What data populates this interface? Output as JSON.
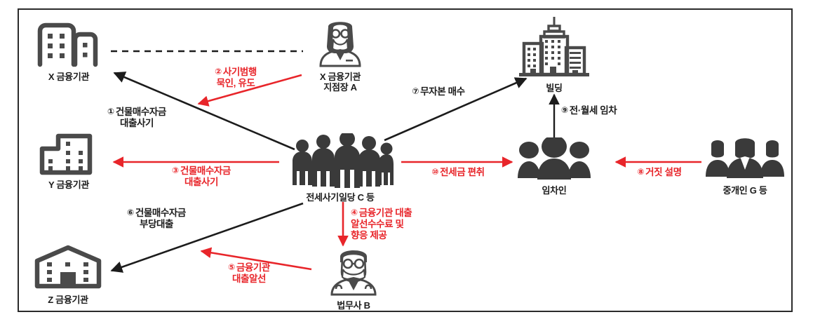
{
  "diagram": {
    "title_visible": false,
    "colors": {
      "red": "#e8252a",
      "black": "#1c1c1c",
      "icon_gray": "#4a4a4a",
      "frame": "#2b2b2b"
    },
    "nodes": [
      {
        "id": "x-bank",
        "label": "X 금융기관",
        "icon": "office-buildings-icon"
      },
      {
        "id": "y-bank",
        "label": "Y 금융기관",
        "icon": "office-building-icon"
      },
      {
        "id": "z-bank",
        "label": "Z 금융기관",
        "icon": "bank-house-icon"
      },
      {
        "id": "branch-manager",
        "label": "X 금융기관\n지점장 A",
        "label_line1": "X 금융기관",
        "label_line2": "지점장 A",
        "icon": "person-woman-icon"
      },
      {
        "id": "gang",
        "label": "전세사기일당 C 등",
        "icon": "people-crowd-icon"
      },
      {
        "id": "building",
        "label": "빌딩",
        "icon": "high-rise-building-icon"
      },
      {
        "id": "tenant",
        "label": "임차인",
        "icon": "people-group-icon"
      },
      {
        "id": "broker",
        "label": "중개인 G 등",
        "icon": "people-three-icon"
      },
      {
        "id": "scrivener",
        "label": "법무사 B",
        "icon": "person-man-icon"
      }
    ],
    "edges": [
      {
        "id": "e1",
        "number": "①",
        "text_line1": "건물매수자금",
        "text_line2": "대출사기",
        "color": "black",
        "from": "gang",
        "to": "x-bank"
      },
      {
        "id": "e2",
        "number": "②",
        "text_line1": "사기범행",
        "text_line2": "묵인, 유도",
        "color": "red",
        "from": "branch-manager",
        "to": "e1-line"
      },
      {
        "id": "e3",
        "number": "③",
        "text_line1": "건물매수자금",
        "text_line2": "대출사기",
        "color": "red",
        "from": "gang",
        "to": "y-bank"
      },
      {
        "id": "e4",
        "number": "④",
        "text_line1": "금융기관 대출",
        "text_line2": "알선수수료 및",
        "text_line3": "향응 제공",
        "color": "red",
        "from": "gang",
        "to": "scrivener"
      },
      {
        "id": "e5",
        "number": "⑤",
        "text_line1": "금융기관",
        "text_line2": "대출알선",
        "color": "red",
        "from": "scrivener",
        "to": "z-bank"
      },
      {
        "id": "e6",
        "number": "⑥",
        "text_line1": "건물매수자금",
        "text_line2": "부당대출",
        "color": "black",
        "from": "gang",
        "to": "z-bank"
      },
      {
        "id": "e7",
        "number": "⑦",
        "text_line1": "무자본 매수",
        "text_line2": "",
        "color": "black",
        "from": "gang",
        "to": "building"
      },
      {
        "id": "e8",
        "number": "⑧",
        "text_line1": "거짓 설명",
        "text_line2": "",
        "color": "red",
        "from": "broker",
        "to": "tenant"
      },
      {
        "id": "e9",
        "number": "⑨",
        "text_line1": "전·월세 임차",
        "text_line2": "",
        "color": "black",
        "from": "tenant",
        "to": "building"
      },
      {
        "id": "e10",
        "number": "⑩",
        "text_line1": "전세금 편취",
        "text_line2": "",
        "color": "red",
        "from": "gang",
        "to": "tenant"
      },
      {
        "id": "e-dashed",
        "number": "",
        "text_line1": "",
        "text_line2": "",
        "color": "black",
        "from": "x-bank",
        "to": "branch-manager",
        "style": "dashed"
      }
    ]
  }
}
